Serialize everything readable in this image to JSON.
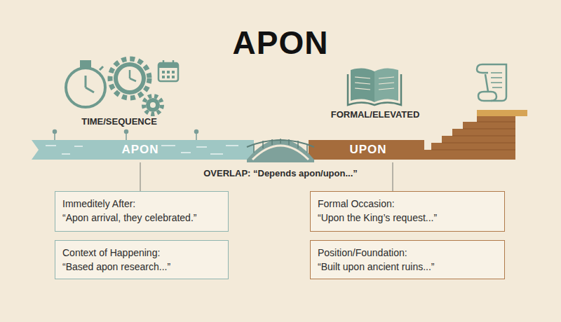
{
  "diagram": {
    "title": "APON",
    "nodes": [
      {
        "text": [
          "APON"
        ]
      },
      {
        "text": [
          "UPON"
        ]
      },
      {
        "text": [
          "Immeditely After:",
          "“Apon arrival, they celebrated.”"
        ]
      },
      {
        "text": [
          "Context of Happening:",
          "“Based apon research...”"
        ]
      },
      {
        "text": [
          "Formal Occasion:",
          "“Upon the King’s request...”"
        ]
      },
      {
        "text": [
          "Position/Foundation:",
          "“Built upon ancient ruins...”"
        ]
      }
    ],
    "edges": [
      {
        "from": 0,
        "to": 2,
        "arrow": "none"
      },
      {
        "from": 1,
        "to": 4,
        "arrow": "none"
      }
    ],
    "labels": [
      "TIME/SEQUENCE",
      "FORMAL/ELEVATED",
      "OVERLAP: “Depends apon/upon...”"
    ]
  }
}
